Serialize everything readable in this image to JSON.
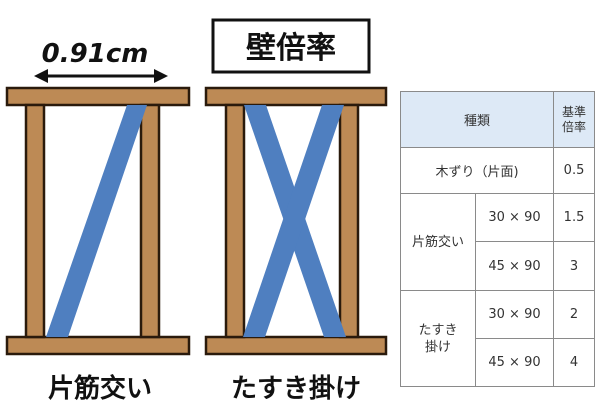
{
  "figure": {
    "dimension_label": "0.91cm",
    "title_box": "壁倍率",
    "frame_left_caption": "片筋交い",
    "frame_right_caption": "たすき掛け"
  },
  "table": {
    "header_type": "種類",
    "header_rate": "基準\n倍率",
    "rows": [
      {
        "type": "木ずり（片面)",
        "rate": "0.5"
      },
      {
        "group": "片筋交い",
        "size": "30 × 90",
        "rate": "1.5"
      },
      {
        "size": "45 × 90",
        "rate": "3"
      },
      {
        "group": "たすき\n掛け",
        "size": "30 × 90",
        "rate": "2"
      },
      {
        "size": "45 × 90",
        "rate": "4"
      }
    ]
  },
  "colors": {
    "wood": "#bd8a55",
    "wood_edge": "#2a1a0c",
    "brace": "#4f7fc0",
    "header_bg": "#dde9f6"
  }
}
